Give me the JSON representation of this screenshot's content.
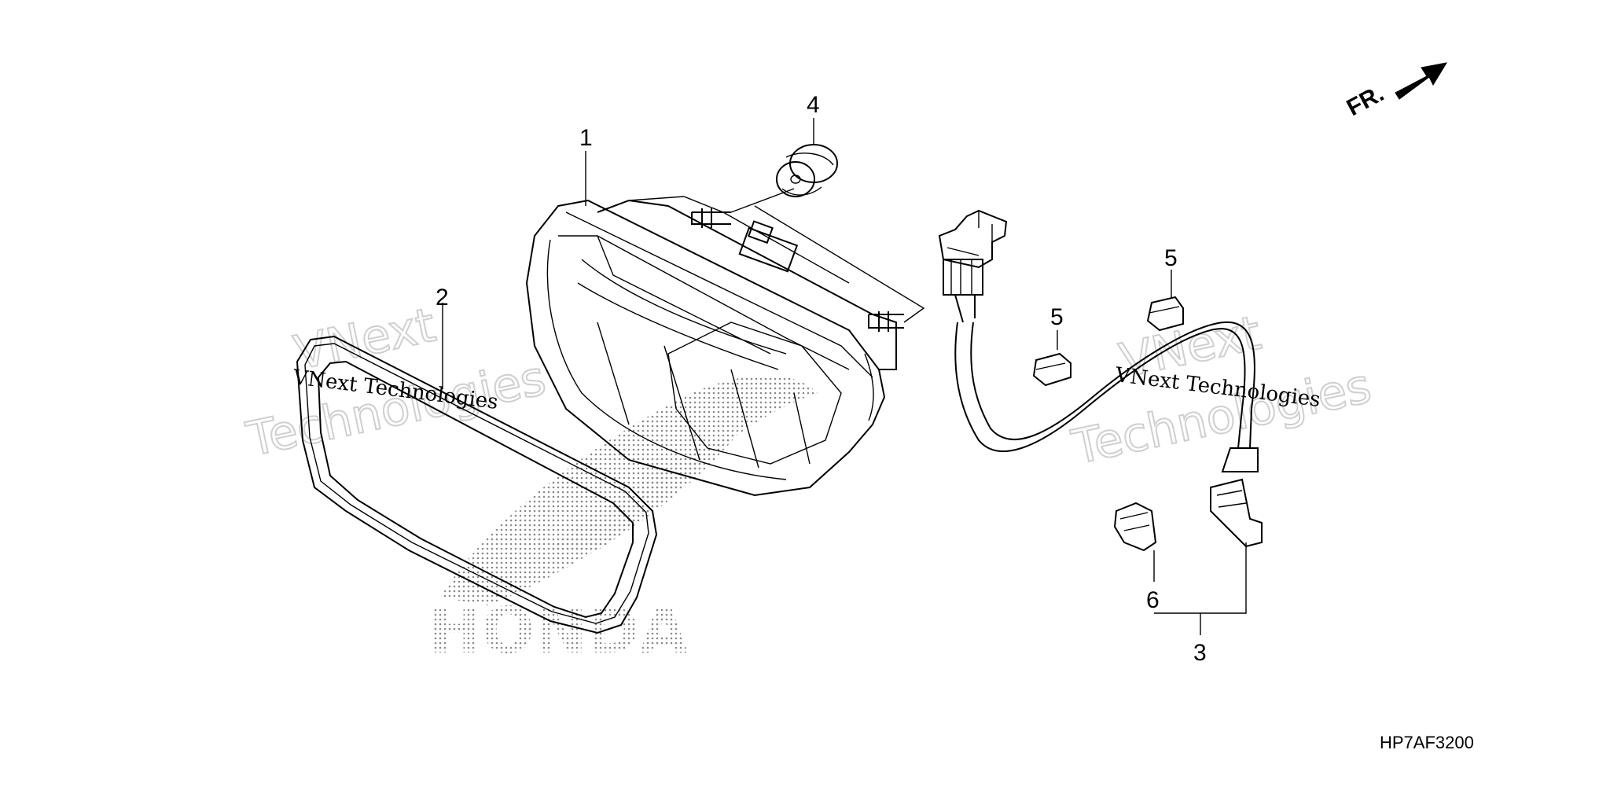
{
  "callouts": {
    "c1": "1",
    "c2": "2",
    "c3": "3",
    "c4": "4",
    "c5a": "5",
    "c5b": "5",
    "c6": "6"
  },
  "direction_label": "FR.",
  "diagram_code": "HP7AF3200",
  "watermark": {
    "line1": "VNext",
    "line2": "Technologies",
    "inline": "VNext Technologies"
  },
  "logo_text": "HONDA"
}
